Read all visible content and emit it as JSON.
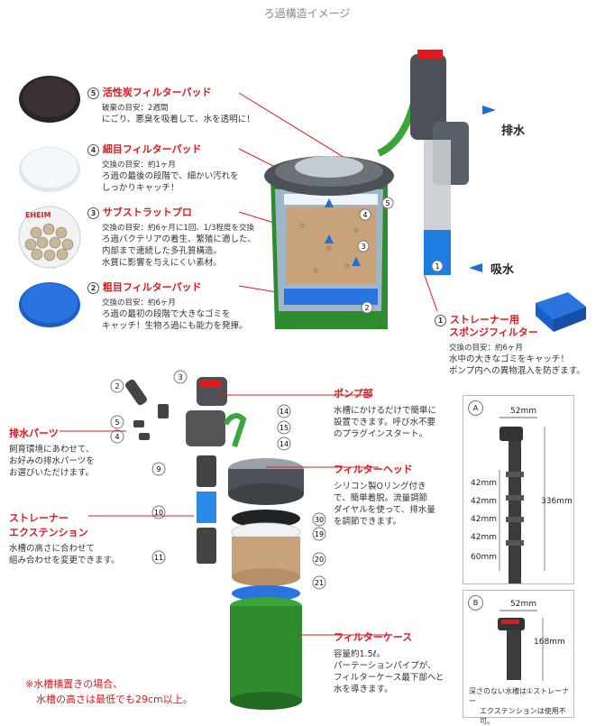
{
  "title": "ろ過構造イメージ",
  "top": {
    "items": [
      {
        "num": "5",
        "label": "活性炭フィルターパッド",
        "sub": "破棄の目安：2週間",
        "desc": [
          "にごり、悪臭を吸着して、水を透明に！"
        ]
      },
      {
        "num": "4",
        "label": "細目フィルターパッド",
        "sub": "交換の目安：約1ヶ月",
        "desc": [
          "ろ過の最後の段階で、細かい汚れを",
          "しっかりキャッチ！"
        ]
      },
      {
        "num": "3",
        "label": "サブストラットプロ",
        "sub": "交換の目安：約6ヶ月に1回、1/3程度を交換",
        "desc": [
          "ろ過バクテリアの着生、繁殖に適した、",
          "内部まで連続した多孔質構造。",
          "水質に影響を与えにくい素材。"
        ]
      },
      {
        "num": "2",
        "label": "粗目フィルターパッド",
        "sub": "交換の目安：約6ヶ月",
        "desc": [
          "ろ過の最初の段階で大きなゴミを",
          "キャッチ！生物ろ過にも能力を発揮。"
        ]
      }
    ],
    "strainer": {
      "num": "1",
      "label_line1": "ストレーナー用",
      "label_line2": "スポンジフィルター",
      "sub": "交換の目安：約6ヶ月",
      "desc": [
        "水中の大きなゴミをキャッチ！",
        "ポンプ内への異物混入を防ぎます。"
      ]
    },
    "outlet_label": "排水",
    "inlet_label": "吸水",
    "eheim_logo": "EHEIM"
  },
  "bottom": {
    "left_parts": [
      {
        "label": "排水パーツ",
        "desc": [
          "飼育環境にあわせて、",
          "お好みの排水パーツを",
          "お選びいただけます。"
        ]
      },
      {
        "label_line1": "ストレーナー",
        "label_line2": "エクステンション",
        "desc": [
          "水槽の高さに合わせて",
          "組み合わせを変更できます。"
        ]
      }
    ],
    "right_parts": [
      {
        "label": "ポンプ部",
        "desc": [
          "水槽にかけるだけで簡単に",
          "設置できます。呼び水不要",
          "のプラグインスタート。"
        ]
      },
      {
        "label": "フィルターヘッド",
        "desc": [
          "シリコン製Oリング付き",
          "で、簡単着脱。流量調節",
          "ダイヤルを使って、排水量",
          "を調節できます。"
        ]
      },
      {
        "label": "フィルターケース",
        "desc": [
          "容量約1.5ℓ。",
          "パーテーションパイプが、",
          "フィルターケース最下部へと",
          "水を導きます。"
        ]
      }
    ],
    "part_numbers": [
      "2",
      "3",
      "5",
      "4",
      "9",
      "10",
      "11",
      "14",
      "15",
      "14",
      "30",
      "19",
      "20",
      "21"
    ],
    "note_line1": "※水槽横置きの場合、",
    "note_line2": "水槽の高さは最低でも29cm以上。",
    "panelA": {
      "letter": "A",
      "width": "52mm",
      "segments": [
        "42mm",
        "42mm",
        "42mm",
        "42mm",
        "60mm"
      ],
      "total": "336mm"
    },
    "panelB": {
      "letter": "B",
      "width": "52mm",
      "height": "168mm",
      "note_line1": "深さのない水槽は①ストレーナー",
      "note_line2": "エクステンションは使用不可。"
    }
  },
  "colors": {
    "accent": "#e0191f",
    "green": "#2e8b2e",
    "blue": "#1e6fd0"
  }
}
